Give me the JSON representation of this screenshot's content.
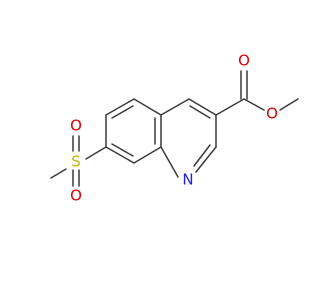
{
  "molecule": {
    "atoms": {
      "o_carbonyl": {
        "symbol": "O",
        "color": "#e00000"
      },
      "o_ester": {
        "symbol": "O",
        "color": "#e00000"
      },
      "n_ring": {
        "symbol": "N",
        "color": "#1e1ee6"
      },
      "s_sulfonyl": {
        "symbol": "S",
        "color": "#c8b400"
      },
      "o_sulfonyl_top": {
        "symbol": "O",
        "color": "#e00000"
      },
      "o_sulfonyl_bottom": {
        "symbol": "O",
        "color": "#e00000"
      }
    },
    "bond_color": "#3a3a3a"
  }
}
